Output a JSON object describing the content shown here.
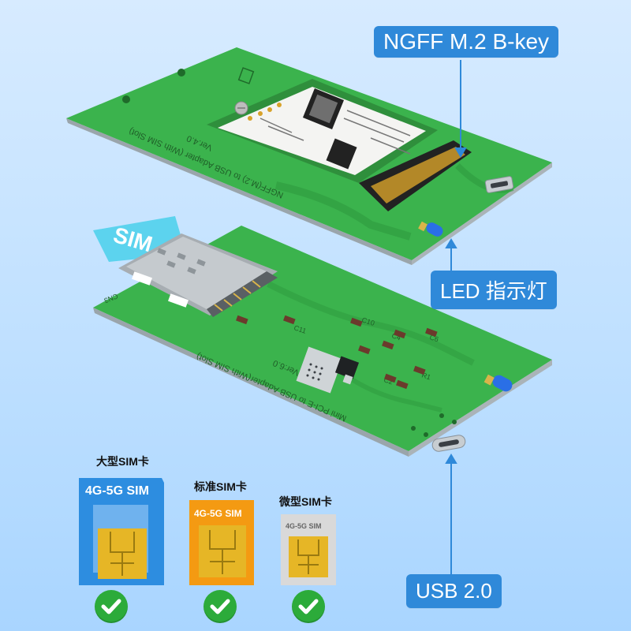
{
  "callouts": {
    "ngff": "NGFF M.2 B-key",
    "led": "LED 指示灯",
    "usb": "USB 2.0"
  },
  "board_top": {
    "silkscreen_line1": "NGFF(M.2) to USB Adapter (With SIM Slot)",
    "silkscreen_line2": "Ver.4.0"
  },
  "board_bottom": {
    "sim_tab": "SIM",
    "silkscreen_line1": "Mini PCI-E to USB Adapter(With SIM Slot)",
    "silkscreen_line2": "Ver:6.0",
    "labels": [
      "CN3",
      "C11",
      "C10",
      "C4",
      "C6",
      "C2",
      "R1"
    ]
  },
  "sim_cards": [
    {
      "size_label": "大型SIM卡",
      "card_text": "4G-5G SIM",
      "color": "#2d8de0"
    },
    {
      "size_label": "标准SIM卡",
      "card_text": "4G-5G SIM",
      "color": "#f49a12"
    },
    {
      "size_label": "微型SIM卡",
      "card_text": "4G-5G SIM",
      "color": "#d9d9d9"
    }
  ],
  "colors": {
    "callout": "#2f89d9",
    "pcb": "#3db84f",
    "check": "#2cab3a",
    "led": "#2a6fe6"
  }
}
